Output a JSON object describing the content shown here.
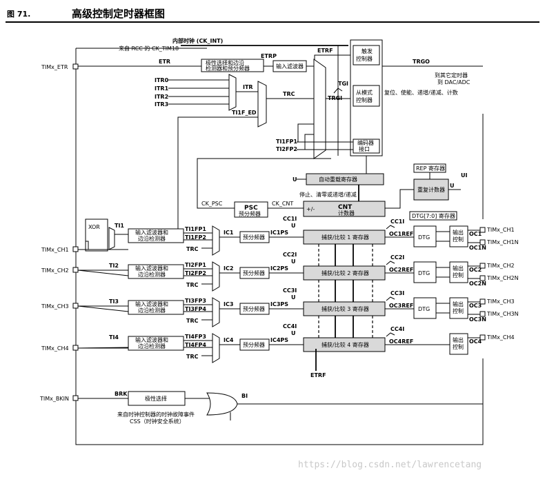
{
  "figure": {
    "number": "图 71.",
    "title": "高级控制定时器框图"
  },
  "pins": {
    "etr": "TIMx_ETR",
    "ch1": "TIMx_CH1",
    "ch2": "TIMx_CH2",
    "ch3": "TIMx_CH3",
    "ch4": "TIMx_CH4",
    "bkin": "TIMx_BKIN",
    "out_ch1": "TIMx_CH1",
    "out_ch1n": "TIMx_CH1N",
    "out_ch2": "TIMx_CH2",
    "out_ch2n": "TIMx_CH2N",
    "out_ch3": "TIMx_CH3",
    "out_ch3n": "TIMx_CH3N",
    "out_ch4": "TIMx_CH4"
  },
  "clock": {
    "ck_int": "内部时钟 (CK_INT)",
    "from_rcc": "来自 RCC 的 CK_TIM18"
  },
  "trigger": {
    "etr": "ETR",
    "etrp": "ETRP",
    "etrf": "ETRF",
    "itr0": "ITR0",
    "itr1": "ITR1",
    "itr2": "ITR2",
    "itr3": "ITR3",
    "itr": "ITR",
    "trc": "TRC",
    "trgi": "TRGI",
    "tgi": "TGI",
    "ti1f_ed": "TI1F_ED",
    "ti1fp1": "TI1FP1",
    "ti1fp2": "TI2FP2",
    "trgo": "TRGO",
    "to_other": "到其它定时器",
    "to_dac": "到 DAC/ADC"
  },
  "blocks": {
    "polarity": "极性选择和边沿\n检测器和预分频器",
    "input_filter": "输入滤波器",
    "trigger_ctrl": "触发\n控制器",
    "slave_ctrl": "从模式\n控制器",
    "slave_modes": "复位、使能、递增/递减、计数",
    "encoder": "编码器\n接口",
    "auto_reload": "自动重载寄存器",
    "stop_clear": "停止、清零或递增/递减",
    "rep_reg": "REP 寄存器",
    "rep_counter": "重复计数器",
    "psc": "PSC",
    "psc_sub": "预分频器",
    "cnt": "CNT",
    "cnt_sub": "计数器",
    "dtg_reg": "DTG[7:0] 寄存器",
    "dtg": "DTG",
    "output_ctrl": "输出\n控制",
    "in_filter_edge": "输入滤波器和\n边沿检测器",
    "prescaler": "预分频器",
    "polarity_sel": "极性选择",
    "xor": "XOR"
  },
  "labels": {
    "u": "U",
    "ui": "UI",
    "ck_psc": "CK_PSC",
    "ck_cnt": "CK_CNT",
    "pm": "+/-",
    "brk": "BRK",
    "bi": "BI",
    "etrf_bottom": "ETRF",
    "clock_fail": "来自时钟控制器的时钟故障事件",
    "css": "CSS（时钟安全系统）"
  },
  "channels": [
    {
      "ti": "TI1",
      "fpa": "TI1FP1",
      "fpb": "TI1FP2",
      "trc": "TRC",
      "ic": "IC1",
      "icps": "IC1PS",
      "cci": "CC1I",
      "ccr": "捕获/比较 1 寄存器",
      "ref": "OC1REF",
      "oc": "OC1",
      "ocn": "OC1N"
    },
    {
      "ti": "TI2",
      "fpa": "TI2FP1",
      "fpb": "TI2FP2",
      "trc": "TRC",
      "ic": "IC2",
      "icps": "IC2PS",
      "cci": "CC2I",
      "ccr": "捕获/比较 2 寄存器",
      "ref": "OC2REF",
      "oc": "OC2",
      "ocn": "OC2N"
    },
    {
      "ti": "TI3",
      "fpa": "TI3FP3",
      "fpb": "TI3FP4",
      "trc": "TRC",
      "ic": "IC3",
      "icps": "IC3PS",
      "cci": "CC3I",
      "ccr": "捕获/比较 3 寄存器",
      "ref": "OC3REF",
      "oc": "OC3",
      "ocn": "OC3N"
    },
    {
      "ti": "TI4",
      "fpa": "TI4FP3",
      "fpb": "TI4FP4",
      "trc": "TRC",
      "ic": "IC4",
      "icps": "IC4PS",
      "cci": "CC4I",
      "ccr": "捕获/比较 4 寄存器",
      "ref": "OC4REF",
      "oc": "OC4",
      "ocn": ""
    }
  ],
  "watermark": "https://blog.csdn.net/lawrencetang"
}
